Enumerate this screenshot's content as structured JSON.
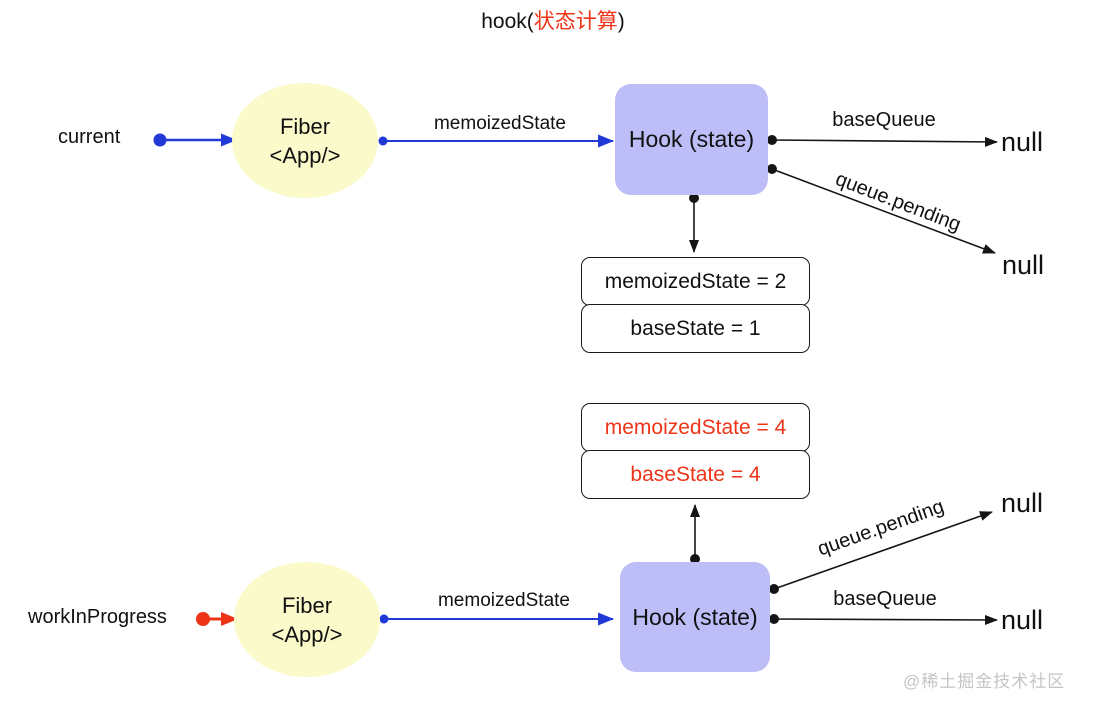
{
  "title": {
    "prefix": "hook(",
    "highlight": "状态计算",
    "suffix": ")"
  },
  "colors": {
    "blue": "#2139d6",
    "red": "#ee3418",
    "fiber-fill": "#fbfacb",
    "hook-fill": "#bdbdf7",
    "box-border": "#1a1a1a",
    "watermark": "#c5c5c5"
  },
  "top": {
    "pointer_label": "current",
    "fiber": {
      "line1": "Fiber",
      "line2": "<App/>"
    },
    "edge_memoized": "memoizedState",
    "hook_label": "Hook (state)",
    "edge_base_queue": "baseQueue",
    "null_base_queue": "null",
    "edge_queue_pending": "queue.pending",
    "null_queue_pending": "null",
    "state_rows": [
      "memoizedState = 2",
      "baseState = 1"
    ]
  },
  "bottom": {
    "pointer_label": "workInProgress",
    "fiber": {
      "line1": "Fiber",
      "line2": "<App/>"
    },
    "edge_memoized": "memoizedState",
    "hook_label": "Hook (state)",
    "edge_base_queue": "baseQueue",
    "null_base_queue": "null",
    "edge_queue_pending": "queue.pending",
    "null_queue_pending": "null",
    "state_rows": [
      "memoizedState = 4",
      "baseState = 4"
    ]
  },
  "watermark": {
    "text": "@稀土掘金技术社区"
  }
}
